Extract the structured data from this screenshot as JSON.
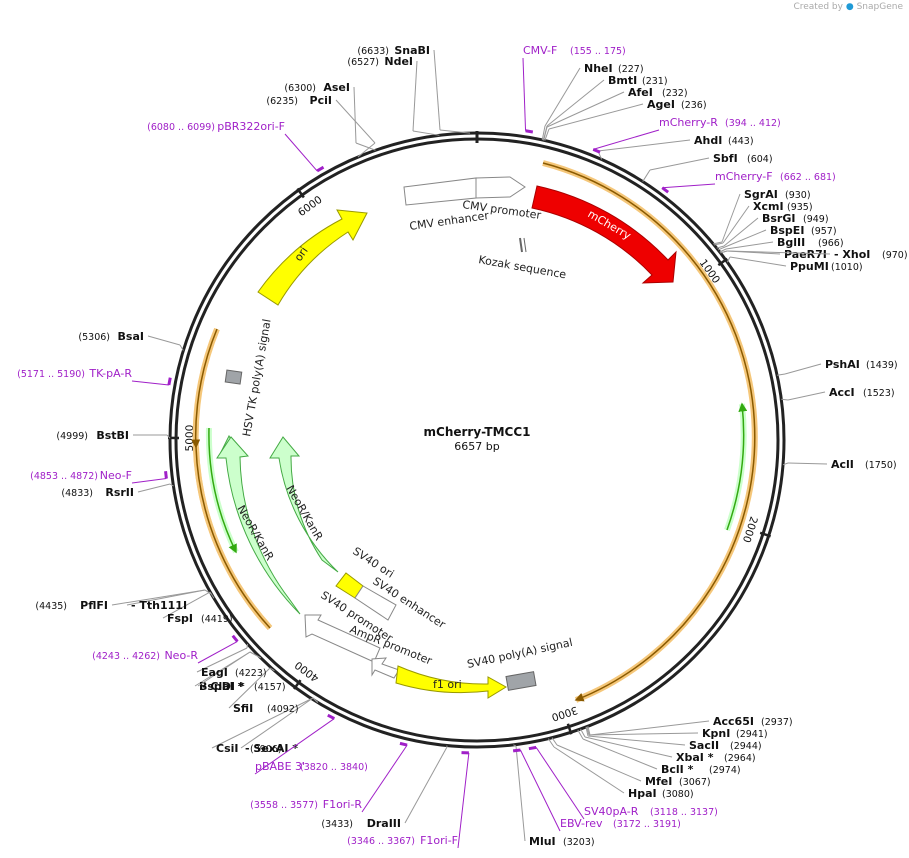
{
  "watermark": {
    "created_by": "Created by",
    "logo_text": "SnapGene"
  },
  "plasmid": {
    "name": "mCherry-TMCC1",
    "length_label": "6657 bp",
    "length": 6657
  },
  "ticks": [
    {
      "pos": 1000,
      "label": "1000"
    },
    {
      "pos": 2000,
      "label": "2000"
    },
    {
      "pos": 3000,
      "label": "3000"
    },
    {
      "pos": 4000,
      "label": "4000"
    },
    {
      "pos": 5000,
      "label": "5000"
    },
    {
      "pos": 6000,
      "label": "6000"
    }
  ],
  "enzymes": [
    {
      "name": "SnaBI",
      "pos_label": "(6633)",
      "pos": 6633
    },
    {
      "name": "NdeI",
      "pos_label": "(6527)",
      "pos": 6527
    },
    {
      "name": "AseI",
      "pos_label": "(6300)",
      "pos": 6300
    },
    {
      "name": "PciI",
      "pos_label": "(6235)",
      "pos": 6235
    },
    {
      "name": "NheI",
      "pos_label": "(227)",
      "pos": 227
    },
    {
      "name": "BmtI",
      "pos_label": "(231)",
      "pos": 231
    },
    {
      "name": "AfeI",
      "pos_label": "(232)",
      "pos": 232
    },
    {
      "name": "AgeI",
      "pos_label": "(236)",
      "pos": 236
    },
    {
      "name": "AhdI",
      "pos_label": "(443)",
      "pos": 443
    },
    {
      "name": "SbfI",
      "pos_label": "(604)",
      "pos": 604
    },
    {
      "name": "SgrAI",
      "pos_label": "(930)",
      "pos": 930
    },
    {
      "name": "XcmI",
      "pos_label": "(935)",
      "pos": 935
    },
    {
      "name": "BsrGI",
      "pos_label": "(949)",
      "pos": 949
    },
    {
      "name": "BspEI",
      "pos_label": "(957)",
      "pos": 957
    },
    {
      "name": "BglII",
      "pos_label": "(966)",
      "pos": 966
    },
    {
      "name": "PaeR7I",
      "pos_label": "",
      "pos": 970
    },
    {
      "name": "- XhoI",
      "pos_label": "(970)",
      "pos": 970
    },
    {
      "name": "PpuMI",
      "pos_label": "(1010)",
      "pos": 1010
    },
    {
      "name": "PshAI",
      "pos_label": "(1439)",
      "pos": 1439
    },
    {
      "name": "AccI",
      "pos_label": "(1523)",
      "pos": 1523
    },
    {
      "name": "AclI",
      "pos_label": "(1750)",
      "pos": 1750
    },
    {
      "name": "Acc65I",
      "pos_label": "(2937)",
      "pos": 2937
    },
    {
      "name": "KpnI",
      "pos_label": "(2941)",
      "pos": 2941
    },
    {
      "name": "SacII",
      "pos_label": "(2944)",
      "pos": 2944
    },
    {
      "name": "XbaI *",
      "pos_label": "(2964)",
      "pos": 2964
    },
    {
      "name": "BclI *",
      "pos_label": "(2974)",
      "pos": 2974
    },
    {
      "name": "MfeI",
      "pos_label": "(3067)",
      "pos": 3067
    },
    {
      "name": "HpaI",
      "pos_label": "(3080)",
      "pos": 3080
    },
    {
      "name": "MluI",
      "pos_label": "(3203)",
      "pos": 3203
    },
    {
      "name": "DraIII",
      "pos_label": "(3433)",
      "pos": 3433
    },
    {
      "name": "CsiI",
      "pos_label": "(3906)",
      "pos": 3906
    },
    {
      "name": "- SexAI *",
      "pos_label": "",
      "pos": 3906
    },
    {
      "name": "SfiI",
      "pos_label": "(4092)",
      "pos": 4092
    },
    {
      "name": "BspDI *",
      "pos_label": "(4157)",
      "pos": 4157
    },
    {
      "name": "- ClaI *",
      "pos_label": "",
      "pos": 4157
    },
    {
      "name": "EagI",
      "pos_label": "(4223)",
      "pos": 4223
    },
    {
      "name": "FspI",
      "pos_label": "(4419)",
      "pos": 4419
    },
    {
      "name": "PflFI",
      "pos_label": "(4435)",
      "pos": 4435
    },
    {
      "name": "- Tth111I",
      "pos_label": "",
      "pos": 4435
    },
    {
      "name": "RsrII",
      "pos_label": "(4833)",
      "pos": 4833
    },
    {
      "name": "BstBI",
      "pos_label": "(4999)",
      "pos": 4999
    },
    {
      "name": "BsaI",
      "pos_label": "(5306)",
      "pos": 5306
    }
  ],
  "primers": [
    {
      "name": "CMV-F",
      "range": "(155 .. 175)",
      "pos": 165
    },
    {
      "name": "mCherry-R",
      "range": "(394 .. 412)",
      "pos": 403
    },
    {
      "name": "mCherry-F",
      "range": "(662 .. 681)",
      "pos": 671
    },
    {
      "name": "pBR322ori-F",
      "range": "(6080 .. 6099)",
      "pos": 6089
    },
    {
      "name": "TK-pA-R",
      "range": "(5171 .. 5190)",
      "pos": 5180
    },
    {
      "name": "Neo-F",
      "range": "(4853 .. 4872)",
      "pos": 4862
    },
    {
      "name": "Neo-R",
      "range": "(4243 .. 4262)",
      "pos": 4252
    },
    {
      "name": "pBABE 3'",
      "range": "(3820 .. 3840)",
      "pos": 3830
    },
    {
      "name": "F1ori-R",
      "range": "(3558 .. 3577)",
      "pos": 3567
    },
    {
      "name": "F1ori-F",
      "range": "(3346 .. 3367)",
      "pos": 3356
    },
    {
      "name": "EBV-rev",
      "range": "(3172 .. 3191)",
      "pos": 3181
    },
    {
      "name": "SV40pA-R",
      "range": "(3118 .. 3137)",
      "pos": 3127
    }
  ],
  "features": [
    {
      "name": "CMV enhancer",
      "color": "#ffffff"
    },
    {
      "name": "CMV promoter",
      "color": "#ffffff"
    },
    {
      "name": "mCherry",
      "color": "#ee0000"
    },
    {
      "name": "Kozak sequence",
      "color": "#ffffff"
    },
    {
      "name": "ori",
      "color": "#ffff00"
    },
    {
      "name": "HSV TK poly(A) signal",
      "color": "#999999"
    },
    {
      "name": "NeoR/KanR",
      "color": "#ccffcc"
    },
    {
      "name": "SV40 ori",
      "color": "#ffff00"
    },
    {
      "name": "SV40 enhancer",
      "color": "#ffffff"
    },
    {
      "name": "SV40 promoter",
      "color": "#ffffff"
    },
    {
      "name": "AmpR promoter",
      "color": "#ffffff"
    },
    {
      "name": "f1 ori",
      "color": "#ffff00"
    },
    {
      "name": "SV40 poly(A) signal",
      "color": "#999999"
    }
  ],
  "colors": {
    "primer": "#a020c8",
    "orf_orange": "#f5c77a",
    "orf_dark": "#8a5a00",
    "orf_green": "#33aa11"
  }
}
